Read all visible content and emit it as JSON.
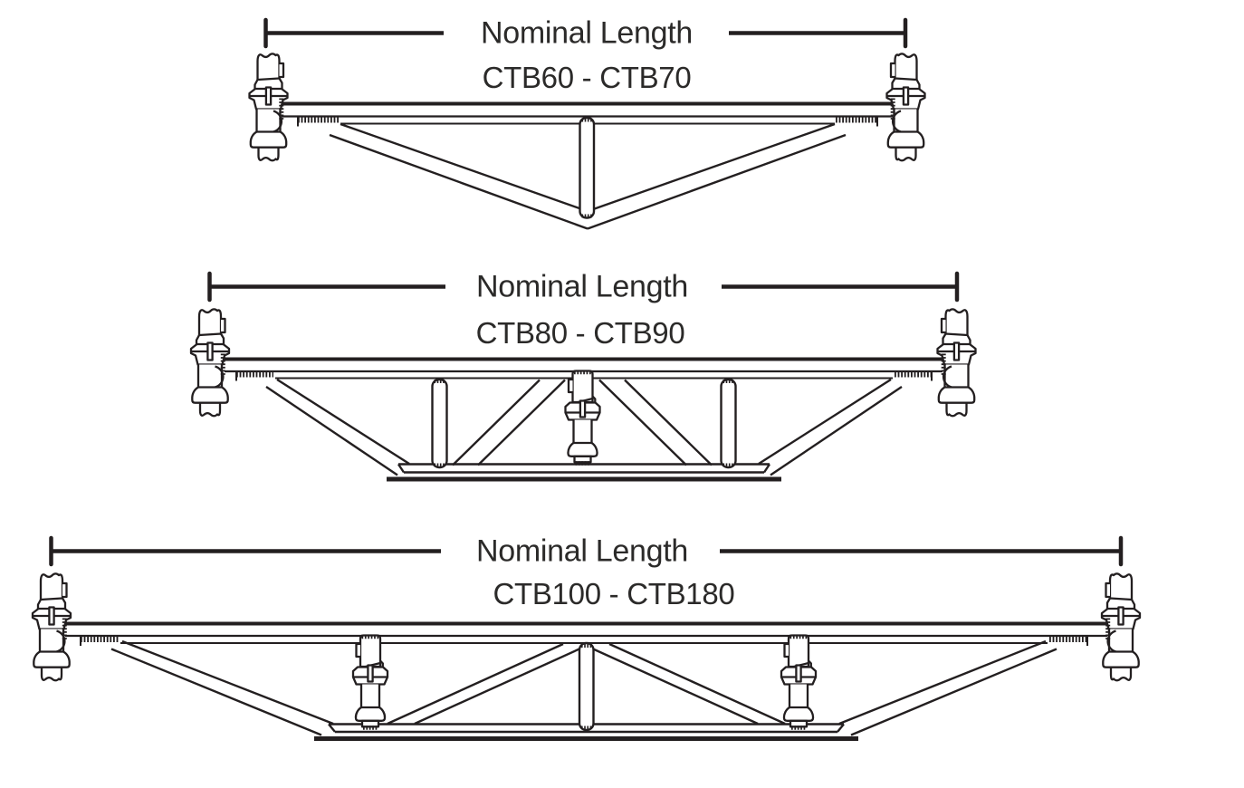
{
  "figure": {
    "background_color": "#ffffff",
    "line_color": "#231f20",
    "text_color": "#2b2a29",
    "diagrams": [
      {
        "dimension_label": "Nominal Length",
        "model_range": "CTB60 - CTB70"
      },
      {
        "dimension_label": "Nominal Length",
        "model_range": "CTB80 - CTB90"
      },
      {
        "dimension_label": "Nominal Length",
        "model_range": "CTB100 - CTB180"
      }
    ]
  }
}
